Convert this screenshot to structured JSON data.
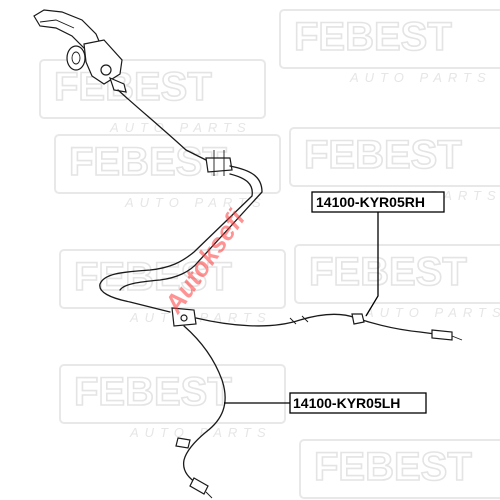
{
  "watermark": {
    "brand": "FEBEST",
    "tagline": "AUTO PARTS"
  },
  "logo_overlay": {
    "text": "Autoksefi",
    "color": "#ff3b3b"
  },
  "labels": [
    {
      "id": "rh",
      "text": "14100-KYR05RH"
    },
    {
      "id": "lh",
      "text": "14100-KYR05LH"
    }
  ]
}
